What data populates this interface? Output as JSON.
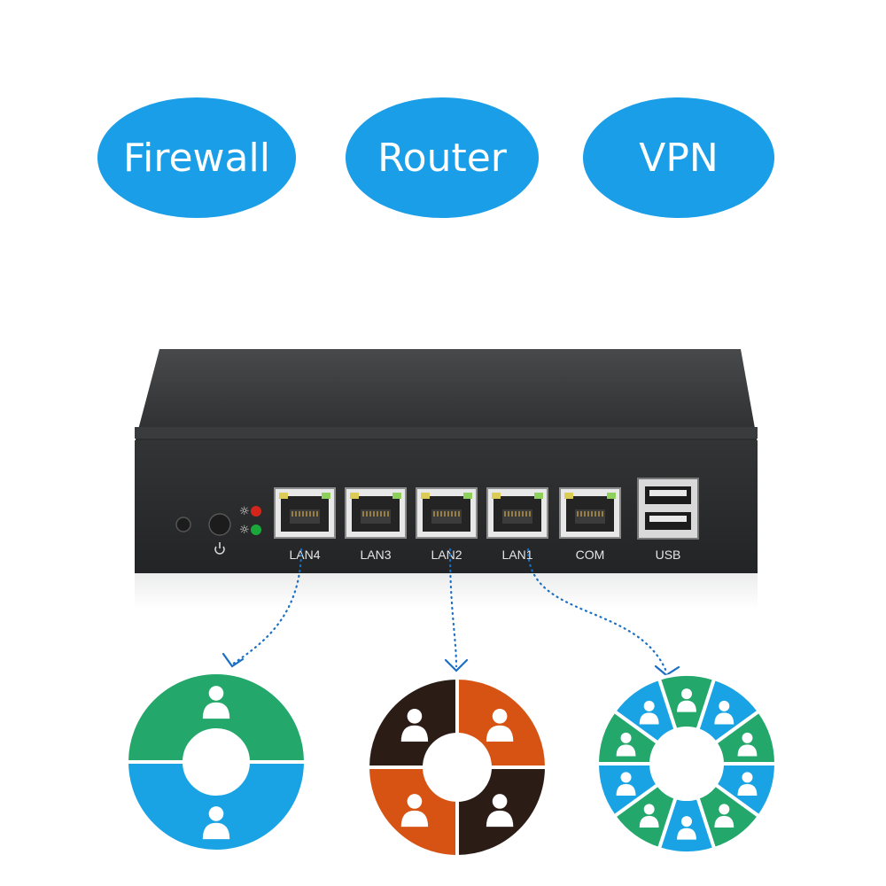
{
  "colors": {
    "pill_blue": "#1b9ee8",
    "green": "#23a76b",
    "blue": "#1aa3e4",
    "orange": "#d75314",
    "dark_brown": "#2b1d16",
    "device_body": "#2f3031",
    "connector_dots": "#1b6fc4"
  },
  "features": [
    {
      "id": "firewall",
      "label": "Firewall"
    },
    {
      "id": "router",
      "label": "Router"
    },
    {
      "id": "vpn",
      "label": "VPN"
    }
  ],
  "device": {
    "ports": [
      {
        "label": "LAN4",
        "icon": "ethernet-port-icon"
      },
      {
        "label": "LAN3",
        "icon": "ethernet-port-icon"
      },
      {
        "label": "LAN2",
        "icon": "ethernet-port-icon"
      },
      {
        "label": "LAN1",
        "icon": "ethernet-port-icon"
      },
      {
        "label": "COM",
        "icon": "serial-port-icon"
      },
      {
        "label": "USB",
        "icon": "usb-port-icon"
      }
    ],
    "indicators": [
      {
        "icon": "power-led-icon",
        "color": "#d2261d"
      },
      {
        "icon": "hdd-led-icon",
        "color": "#1aa83a"
      }
    ],
    "power_icon": "power-button-icon"
  },
  "network_groups": [
    {
      "port": "LAN4",
      "segments": 2,
      "icon": "user-icon"
    },
    {
      "port": "LAN2",
      "segments": 4,
      "icon": "user-icon"
    },
    {
      "port": "LAN1",
      "segments": 10,
      "icon": "user-icon"
    }
  ]
}
